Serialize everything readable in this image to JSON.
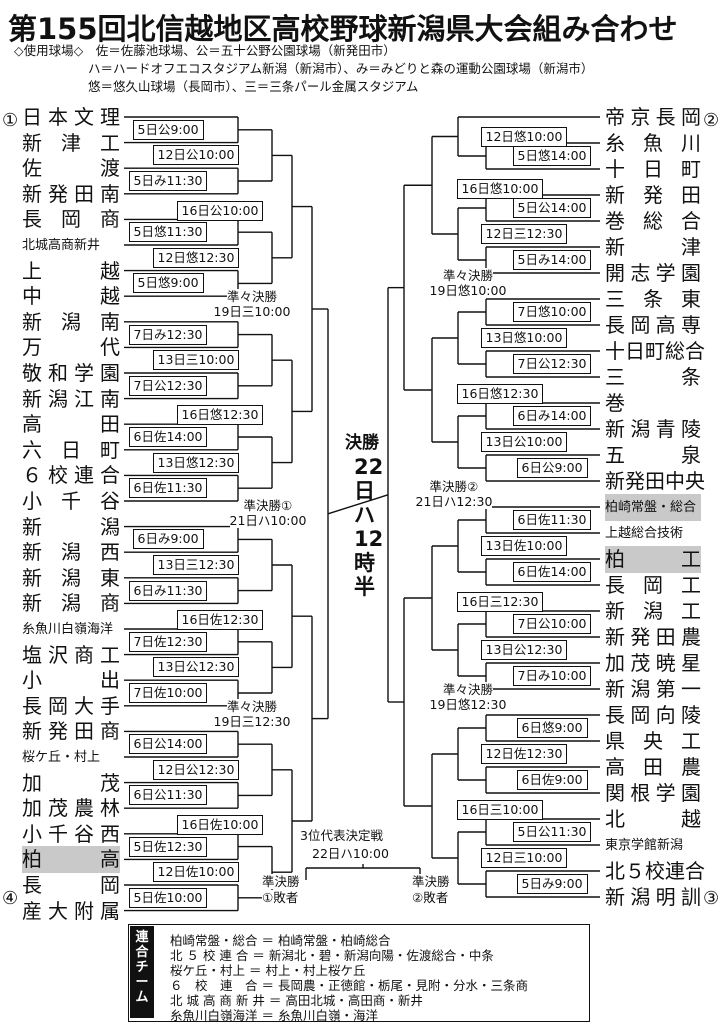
{
  "title": "第155回北信越地区高校野球新潟県大会組み合わせ",
  "venues": [
    "◇使用球場◇　佐＝佐藤池球場、公＝五十公野公園球場（新発田市）",
    "ハ＝ハードオフエコスタジアム新潟（新潟市）、み＝みどりと森の運動公園球場（新潟市）",
    "悠＝悠久山球場（長岡市）、三＝三条パール金属スタジアム"
  ],
  "seeds": [
    "①",
    "④",
    "②",
    "③"
  ],
  "left_teams": [
    "日本文理",
    "新津工",
    "佐渡",
    "新発田南",
    "長岡商",
    "北城高商新井",
    "上越",
    "中越",
    "新潟南",
    "万代",
    "敬和学園",
    "新潟江南",
    "高田",
    "六日町",
    "６校連合",
    "小千谷",
    "新潟",
    "新潟西",
    "新潟東",
    "新潟商",
    "糸魚川白嶺海洋",
    "塩沢商工",
    "小出",
    "長岡大手",
    "新発田商",
    "桜ケ丘・村上",
    "加茂",
    "加茂農林",
    "小千谷西",
    "柏高",
    "長岡",
    "産大附属"
  ],
  "right_teams": [
    "帝京長岡",
    "糸魚川",
    "十日町",
    "新発田",
    "巻総合",
    "新津",
    "開志学園",
    "三条東",
    "長岡高専",
    "十日町総合",
    "三条",
    "巻",
    "新潟青陵",
    "五泉",
    "新発田中央",
    "柏崎常盤・総合",
    "上越総合技術",
    "柏工",
    "長岡工",
    "新潟工",
    "新発田農",
    "加茂暁星",
    "新潟第一",
    "長岡向陵",
    "県央工",
    "高田農",
    "関根学園",
    "北越",
    "東京学館新潟",
    "北５校連合",
    "新潟明訓"
  ],
  "left_r1": [
    "5日公9:00",
    "5日み11:30",
    "5日悠11:30",
    "5日悠9:00",
    "7日み12:30",
    "7日公12:30",
    "6日佐14:00",
    "6日佐11:30",
    "6日み9:00",
    "6日み11:30",
    "7日佐12:30",
    "7日佐10:00",
    "6日公14:00",
    "6日公11:30",
    "5日佐12:30",
    "5日佐10:00"
  ],
  "left_r2": [
    "12日公10:00",
    "12日悠12:30",
    "13日三10:00",
    "13日悠12:30",
    "13日三12:30",
    "13日公12:30",
    "12日公12:30",
    "12日佐10:00"
  ],
  "left_r3": [
    "16日公10:00",
    "16日悠12:30",
    "16日佐12:30",
    "16日佐10:00"
  ],
  "left_qf": [
    {
      "name": "準々決勝",
      "time": "19日三10:00"
    },
    {
      "name": "準々決勝",
      "time": "19日三12:30"
    }
  ],
  "left_sf": {
    "name": "準決勝①",
    "time": "21日ハ10:00"
  },
  "right_r1": [
    "5日悠14:00",
    "5日公14:00",
    "5日み14:00",
    "7日悠10:00",
    "7日公12:30",
    "6日み14:00",
    "6日公9:00",
    "6日佐11:30",
    "6日佐14:00",
    "7日公10:00",
    "7日み10:00",
    "6日悠9:00",
    "6日佐9:00",
    "5日公11:30",
    "5日み9:00"
  ],
  "right_r2": [
    "12日悠10:00",
    "12日三12:30",
    "13日悠10:00",
    "13日公10:00",
    "13日佐10:00",
    "13日公12:30",
    "12日佐12:30",
    "12日三10:00"
  ],
  "right_r3": [
    "16日悠10:00",
    "16日悠12:30",
    "16日三12:30",
    "16日三10:00"
  ],
  "right_qf": [
    {
      "name": "準々決勝",
      "time": "19日悠10:00"
    },
    {
      "name": "準々決勝",
      "time": "19日悠12:30"
    }
  ],
  "right_sf": {
    "name": "準決勝②",
    "time": "21日ハ12:30"
  },
  "final": {
    "name": "決勝",
    "schedule": [
      "22",
      "日",
      "ハ",
      "12",
      "時",
      "半"
    ]
  },
  "third_place": {
    "name": "3位代表決定戦",
    "time": "22日ハ10:00",
    "left": [
      "準決勝",
      "①敗者"
    ],
    "right": [
      "準決勝",
      "②敗者"
    ]
  },
  "legend": {
    "heading": [
      "連",
      "合",
      "チ",
      "ー",
      "ム"
    ],
    "rows": [
      "柏崎常盤・総合 ＝ 柏崎常盤・柏崎総合",
      "北 ５ 校 連 合 ＝ 新潟北・碧・新潟向陽・佐渡総合・中条",
      "桜ケ丘・村上 ＝ 村上・村上桜ケ丘",
      "６　校　連　合 ＝ 長岡農・正徳館・栃尾・見附・分水・三条商",
      "北 城 高 商 新 井 ＝ 高田北城・高田商・新井",
      "糸魚川白嶺海洋 ＝ 糸魚川白嶺・海洋"
    ]
  }
}
